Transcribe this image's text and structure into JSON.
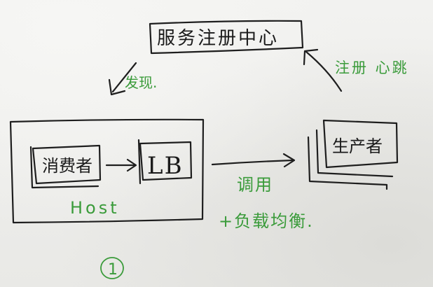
{
  "registry": {
    "label": "服务注册中心"
  },
  "discover": {
    "label": "发现."
  },
  "register": {
    "label": "注册 心跳"
  },
  "consumer": {
    "label": "消费者"
  },
  "lb": {
    "label": "LB"
  },
  "host": {
    "label": "Host"
  },
  "provider": {
    "label": "生产者"
  },
  "invoke": {
    "label": "调用"
  },
  "balance": {
    "label": "+负载均衡."
  },
  "mark": {
    "label": "1"
  },
  "colors": {
    "ink": "#1e1e1e",
    "green": "#3a9b3a",
    "paper": "#efefed"
  }
}
